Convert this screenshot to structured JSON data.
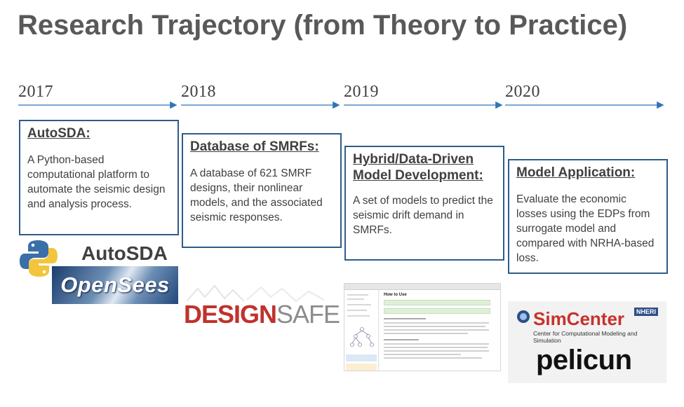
{
  "title": "Research Trajectory (from Theory to Practice)",
  "colors": {
    "accent": "#2e75b6",
    "box_border": "#2e5c8a",
    "text": "#404040",
    "title": "#595959",
    "designsafe_red": "#c0322c",
    "simcenter_red": "#c8312b"
  },
  "years": [
    "2017",
    "2018",
    "2019",
    "2020"
  ],
  "stages": [
    {
      "heading": "AutoSDA:",
      "body": "A Python-based computational platform to automate the seismic design and analysis process."
    },
    {
      "heading": "Database of SMRFs:",
      "body": "A database of 621 SMRF designs, their nonlinear models, and the associated seismic responses."
    },
    {
      "heading": "Hybrid/Data-Driven Model Development:",
      "body": "A set of models to predict the seismic drift demand in SMRFs."
    },
    {
      "heading": "Model Application:",
      "body": "Evaluate the economic losses using the EDPs from surrogate model and compared with NRHA-based loss."
    }
  ],
  "logos": {
    "python_icon": "python-logo-icon",
    "autosda": "AutoSDA",
    "opensees": "OpenSees",
    "designsafe_a": "DESIGN",
    "designsafe_b": "SAFE",
    "screenshot_heading": "How to Use",
    "simcenter": "SimCenter",
    "nheri": "NHERI",
    "simcenter_sub": "Center for Computational Modeling and Simulation",
    "pelicun": "pelicun"
  }
}
